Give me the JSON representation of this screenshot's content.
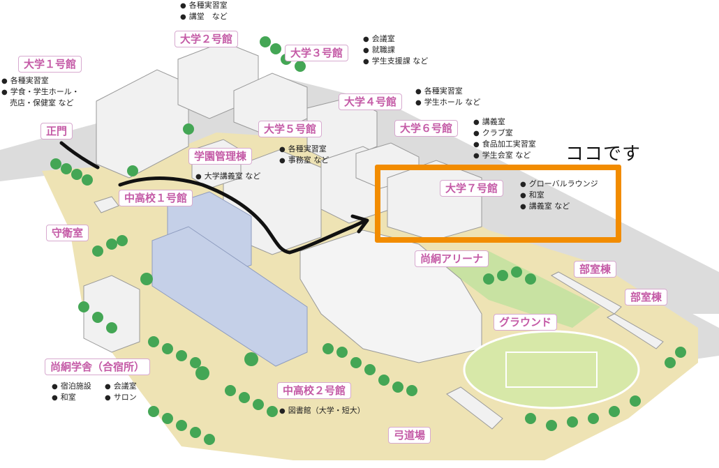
{
  "buildings": {
    "u1": {
      "name": "大学１号館",
      "items": [
        "各種実習室",
        "学食・学生ホール・",
        "売店・保健室 など"
      ]
    },
    "u2": {
      "name": "大学２号館",
      "items": [
        "各種実習室",
        "講堂　など"
      ]
    },
    "u3": {
      "name": "大学３号館",
      "items": [
        "会議室",
        "就職課",
        "学生支援課 など"
      ]
    },
    "u4": {
      "name": "大学４号館",
      "items": [
        "各種実習室",
        "学生ホール など"
      ]
    },
    "u5": {
      "name": "大学５号館",
      "items": [
        "各種実習室",
        "事務室 など"
      ]
    },
    "u6": {
      "name": "大学６号館",
      "items": [
        "講義室",
        "クラブ室",
        "食品加工実習室",
        "学生会室 など"
      ]
    },
    "u7": {
      "name": "大学７号館",
      "items": [
        "グローバルラウンジ",
        "和室",
        "講義室 など"
      ]
    },
    "admin": {
      "name": "学園管理棟",
      "items": [
        "大学講義室 など"
      ]
    },
    "hs1": {
      "name": "中高校１号館"
    },
    "hs2": {
      "name": "中高校２号館",
      "items": [
        "図書館（大学・短大）"
      ]
    },
    "dorm": {
      "name": "尚絅学舎（合宿所）",
      "items": [
        "宿泊施設",
        "会議室",
        "和室",
        "サロン"
      ]
    },
    "gate": {
      "name": "正門"
    },
    "guard": {
      "name": "守衛室"
    },
    "arena": {
      "name": "尚絅アリーナ"
    },
    "club1": {
      "name": "部室棟"
    },
    "club2": {
      "name": "部室棟"
    },
    "ground": {
      "name": "グラウンド"
    },
    "kyudo": {
      "name": "弓道場"
    }
  },
  "annotation": {
    "text": "ココです"
  },
  "colors": {
    "label_text": "#c45aa6",
    "label_border": "#d7a9cf",
    "highlight": "#f28c00",
    "ground": "#eee3b4",
    "lawn": "#c8e2a2",
    "tree": "#44a655",
    "building": "#f1f1f1",
    "hs_building": "#c5d0e8"
  }
}
